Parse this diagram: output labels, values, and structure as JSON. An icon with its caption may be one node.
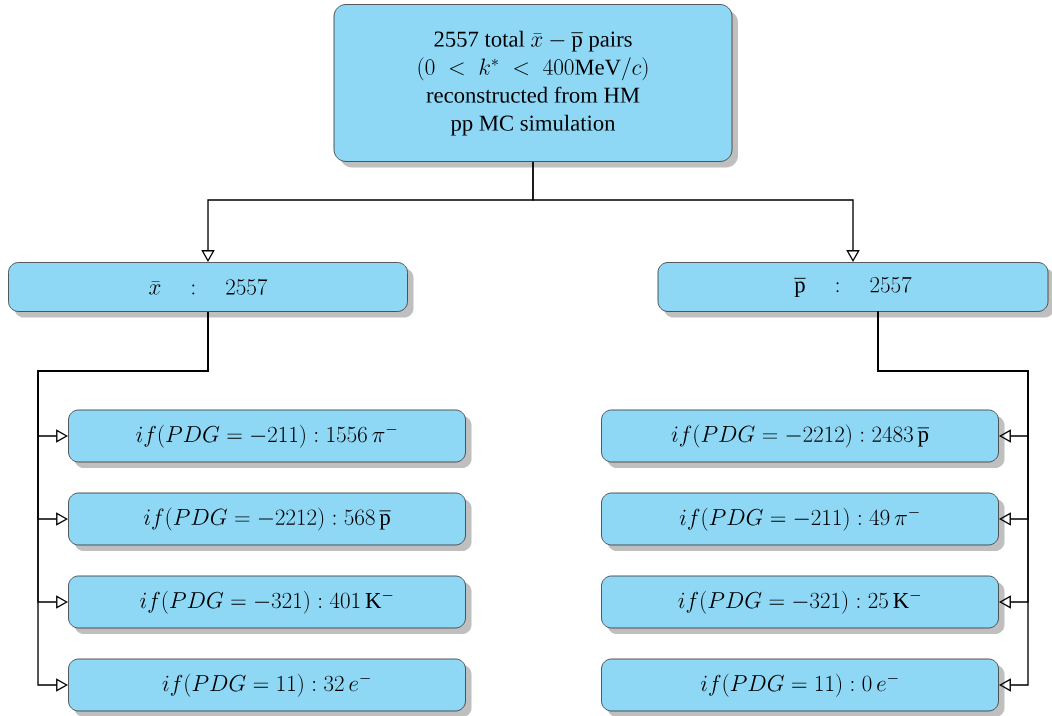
{
  "diagram": {
    "nodes": [
      {
        "text": [
          "\\begin{array}{c}\\text{2557 total } \\bar{x}-\\overline{\\mathrm{p}}\\text{ pairs}\\\\ (0\\;<\\;k^{*}\\;<\\;400\\mathrm{MeV}/c)\\\\ \\text{reconstructed from HM}\\\\ \\text{pp MC simulation}\\end{array}"
        ]
      },
      {
        "text": [
          "\\bar{x}\\quad:\\quad 2557"
        ]
      },
      {
        "text": [
          "\\overline{\\mathrm{p}}\\quad:\\quad 2557"
        ]
      },
      {
        "text": [
          "if(PDG=-211):1556\\,\\pi^{-}"
        ]
      },
      {
        "text": [
          "if(PDG=-2212):568\\,\\overline{\\mathrm{p}}"
        ]
      },
      {
        "text": [
          "if(PDG=-321):401\\,\\mathrm{K}^{-}"
        ]
      },
      {
        "text": [
          "if(PDG=11):32\\,e^{-}"
        ]
      },
      {
        "text": [
          "if(PDG=-2212):2483\\,\\overline{\\mathrm{p}}"
        ]
      },
      {
        "text": [
          "if(PDG=-211):49\\,\\pi^{-}"
        ]
      },
      {
        "text": [
          "if(PDG=-321):25\\,\\mathrm{K}^{-}"
        ]
      },
      {
        "text": [
          "if(PDG=11):0\\,e^{-}"
        ]
      }
    ],
    "edges": [
      {
        "from": 0,
        "to": 1,
        "arrow": "to"
      },
      {
        "from": 0,
        "to": 2,
        "arrow": "to"
      },
      {
        "from": 1,
        "to": 3,
        "arrow": "to"
      },
      {
        "from": 1,
        "to": 4,
        "arrow": "to"
      },
      {
        "from": 1,
        "to": 5,
        "arrow": "to"
      },
      {
        "from": 1,
        "to": 6,
        "arrow": "to"
      },
      {
        "from": 2,
        "to": 7,
        "arrow": "to"
      },
      {
        "from": 2,
        "to": 8,
        "arrow": "to"
      },
      {
        "from": 2,
        "to": 9,
        "arrow": "to"
      },
      {
        "from": 2,
        "to": 10,
        "arrow": "to"
      }
    ]
  }
}
